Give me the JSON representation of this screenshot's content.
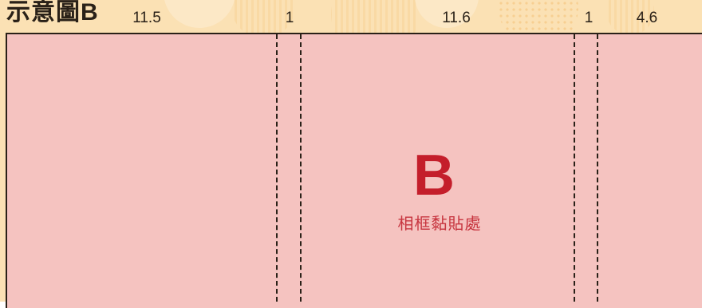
{
  "title": "示意圖B",
  "dimensions": [
    "11.5",
    "1",
    "11.6",
    "1",
    "4.6"
  ],
  "label": {
    "letter": "B",
    "caption": "相框黏貼處"
  },
  "colors": {
    "background": "#fbe1b4",
    "panel": "#f5c3c0",
    "accent": "#c41e2b",
    "line": "#2a2118"
  }
}
